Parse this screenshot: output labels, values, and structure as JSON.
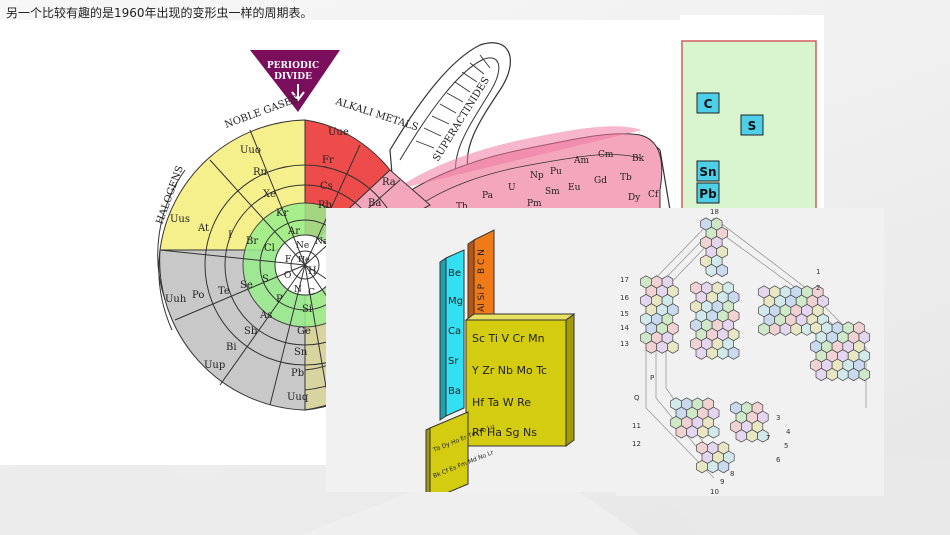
{
  "caption": "另一个比较有趣的是1960年出现的变形虫一样的周期表。",
  "spiral": {
    "labels": {
      "periodic_divide": [
        "PERIODIC",
        "DIVIDE"
      ],
      "noble_gases": "NOBLE GASES",
      "alkali_metals": "ALKALI METALS",
      "halogens": "HALOGENS",
      "superactinides": "SUPERACTINIDES"
    },
    "elements": {
      "Uuo": "Uuo",
      "Rn": "Rn",
      "Xe": "Xe",
      "Kr": "Kr",
      "Ar": "Ar",
      "Ne": "Ne",
      "He": "He",
      "H": "H",
      "Uue": "Uue",
      "Fr": "Fr",
      "Cs": "Cs",
      "Rb": "Rb",
      "Na": "Na",
      "Ra": "Ra",
      "Ba": "Ba",
      "Uus": "Uus",
      "At": "At",
      "I": "I",
      "Br": "Br",
      "Cl": "Cl",
      "F": "F",
      "O": "O",
      "Uuh": "Uuh",
      "Po": "Po",
      "Te": "Te",
      "Se": "Se",
      "S": "S",
      "P": "P",
      "N": "N",
      "C": "C",
      "As": "As",
      "Sb": "Sb",
      "Bi": "Bi",
      "Uup": "Uup",
      "Si": "Si",
      "Ge": "Ge",
      "Sn": "Sn",
      "Pb": "Pb",
      "Uuq": "Uuq",
      "Am": "Am",
      "Cm": "Cm",
      "Bk": "Bk",
      "Np": "Np",
      "Pu": "Pu",
      "Gd": "Gd",
      "Tb": "Tb",
      "Pa": "Pa",
      "U": "U",
      "Sm": "Sm",
      "Eu": "Eu",
      "Dy": "Dy",
      "Cf": "Cf",
      "Th": "Th",
      "Pm": "Pm"
    }
  },
  "grid": {
    "cells": [
      "C",
      "S",
      "Sn",
      "Pb"
    ]
  },
  "model3d": {
    "blue": [
      "Be",
      "Mg",
      "Ca",
      "Sr",
      "Ba"
    ],
    "orange": [
      "B C N",
      "Al Si P"
    ],
    "yellow_rows": [
      "Sc Ti V Cr Mn",
      "Y Zr Nb Mo Tc",
      "Hf Ta W Re",
      "Rf Ha Sg Ns"
    ],
    "front_rows": [
      "Tb Dy Ho Er Tm Yb Lu",
      "Bk Cf Es Fm Md No Lr"
    ]
  },
  "hexmap": {
    "numbers": [
      "18",
      "17",
      "16",
      "15",
      "14",
      "13",
      "1",
      "2",
      "3",
      "4",
      "5",
      "6",
      "7",
      "8",
      "9",
      "10",
      "11",
      "12",
      "P",
      "Q"
    ]
  },
  "colors": {
    "yellow": "#f6f08c",
    "gray": "#c8c8c8",
    "olive": "#d8d4a0",
    "red": "#ee4b4b",
    "pink": "#f4a6bc",
    "magenta": "#f07aa0",
    "green": "#98ee8a",
    "blue": "#69d6f0",
    "purple": "#7a0d5c",
    "teal": "#3d8c9c",
    "cyan3d": "#33e0f2",
    "orange3d": "#f07a18",
    "yellow3d": "#d4cc10"
  }
}
